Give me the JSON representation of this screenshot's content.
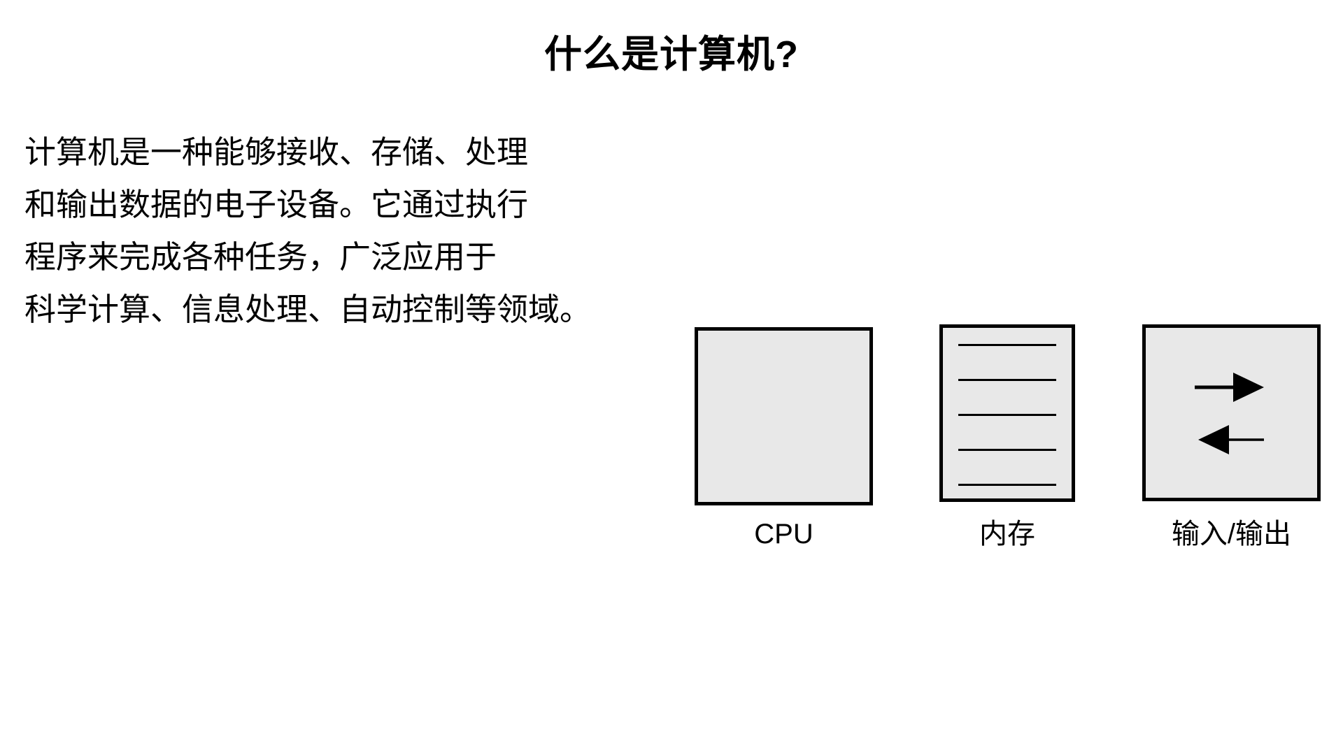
{
  "page": {
    "background": "#ffffff",
    "text_color": "#000000"
  },
  "title": "什么是计算机?",
  "paragraph": {
    "lines": [
      "计算机是一种能够接收、存储、处理",
      "和输出数据的电子设备。它通过执行",
      "程序来完成各种任务，广泛应用于",
      "科学计算、信息处理、自动控制等领域。"
    ]
  },
  "diagram": {
    "box_fill": "#e8e8e8",
    "box_border": "#000000",
    "components": [
      {
        "id": "cpu",
        "label": "CPU"
      },
      {
        "id": "memory",
        "label": "内存",
        "memory_line_count": 5
      },
      {
        "id": "io",
        "label": "输入/输出"
      }
    ]
  }
}
